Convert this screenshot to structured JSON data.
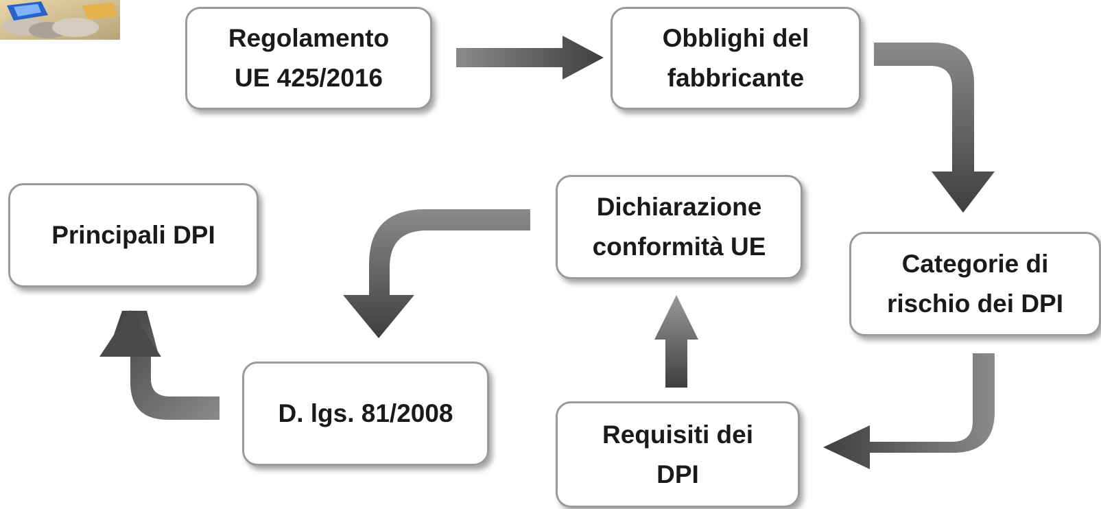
{
  "diagram": {
    "nodes": {
      "regolamento": [
        "Regolamento",
        "UE 425/2016"
      ],
      "obblighi": [
        "Obblighi del",
        "fabbricante"
      ],
      "categorie": [
        "Categorie di",
        "rischio dei DPI"
      ],
      "requisiti": [
        "Requisiti dei",
        "DPI"
      ],
      "dichiarazione": [
        "Dichiarazione",
        "conformità UE"
      ],
      "dlgs": [
        "D. lgs. 81/2008"
      ],
      "principali": [
        "Principali DPI"
      ]
    }
  },
  "colors": {
    "arrow_dark": "#4a4a4a",
    "arrow_light": "#8a8a8a",
    "box_border": "#9a9a9a",
    "text": "#1a1a1a"
  },
  "logo": {
    "icon": "safety-equipment-photo-icon"
  }
}
